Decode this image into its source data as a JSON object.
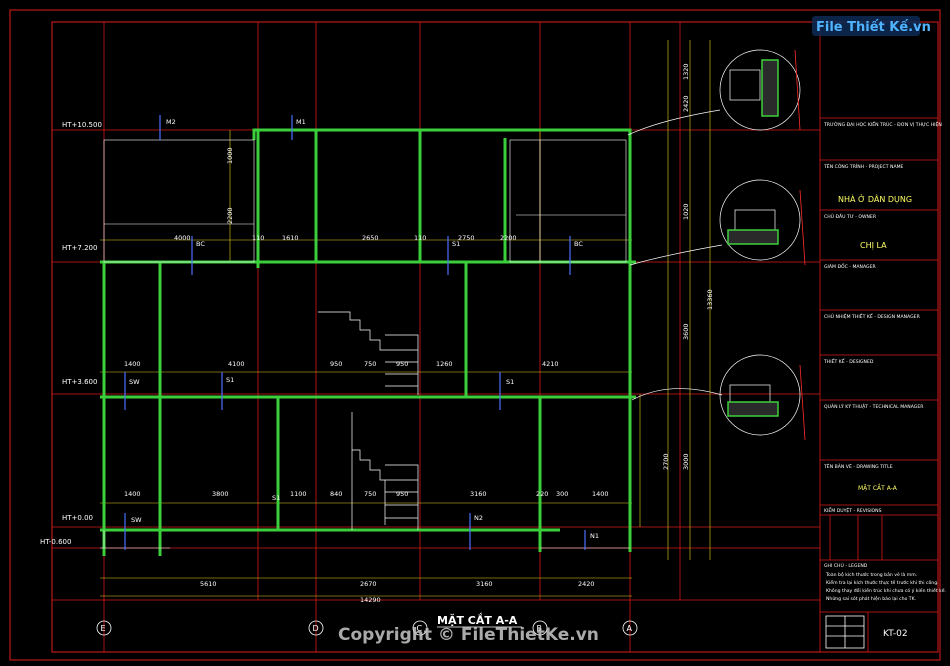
{
  "drawing": {
    "title": "MẶT CẮT A-A",
    "sheet": "KT-02",
    "watermark_logo": "File Thiết Kế.vn",
    "copyright": "Copyright © FileThietKe.vn"
  },
  "levels": [
    {
      "label": "HT+10.500"
    },
    {
      "label": "HT+7.200"
    },
    {
      "label": "HT+3.600"
    },
    {
      "label": "HT+0.00"
    },
    {
      "label": "HT-0.600"
    }
  ],
  "axes": [
    {
      "label": "E"
    },
    {
      "label": "D"
    },
    {
      "label": "C"
    },
    {
      "label": "B"
    },
    {
      "label": "A"
    }
  ],
  "room_tags": [
    "M2",
    "M1",
    "BC",
    "S1",
    "BC",
    "S1",
    "SW",
    "S1",
    "S1",
    "SW",
    "N2",
    "N1"
  ],
  "dims_bottom": [
    "5610",
    "2670",
    "3160",
    "2420",
    "14290"
  ],
  "dims_floor3": [
    "4000",
    "110",
    "1610",
    "2650",
    "110",
    "2750",
    "2200"
  ],
  "dims_floor2": [
    "1400",
    "4100",
    "950",
    "750",
    "950",
    "1260",
    "4210"
  ],
  "dims_floor1": [
    "1400",
    "3800",
    "1100",
    "840",
    "750",
    "950",
    "3160",
    "220",
    "300",
    "1400"
  ],
  "dims_vertical": [
    "1320",
    "2420",
    "1000",
    "2200",
    "1020",
    "3600",
    "3000",
    "2700",
    "13360"
  ],
  "title_block": {
    "rows": [
      "TRƯỜNG ĐẠI HỌC KIẾN TRÚC - ĐƠN VỊ THỰC HIỆN",
      "TÊN CÔNG TRÌNH - PROJECT NAME",
      "NHÀ Ở DÂN DỤNG",
      "CHỦ ĐẦU TƯ - OWNER",
      "CHỊ LA",
      "GIÁM ĐỐC - MANAGER",
      "CHỦ NHIỆM THIẾT KẾ - DESIGN MANAGER",
      "THIẾT KẾ - DESIGNED",
      "QUẢN LÝ KỸ THUẬT - TECHNICAL MANAGER",
      "TÊN BẢN VẼ - DRAWING TITLE",
      "MẶT CẮT A-A"
    ],
    "revision_header": "KIỂM DUYỆT - REVISIONS",
    "notes_header": "GHI CHÚ - LEGEND",
    "notes": [
      "Toàn bộ kích thước trong bản vẽ là mm.",
      "Kiểm tra lại kích thước thực tế trước khi thi công.",
      "Không thay đổi kiến trúc khi chưa có ý kiến thiết kế.",
      "Những sai sót phát hiện báo lại cho TK."
    ]
  }
}
